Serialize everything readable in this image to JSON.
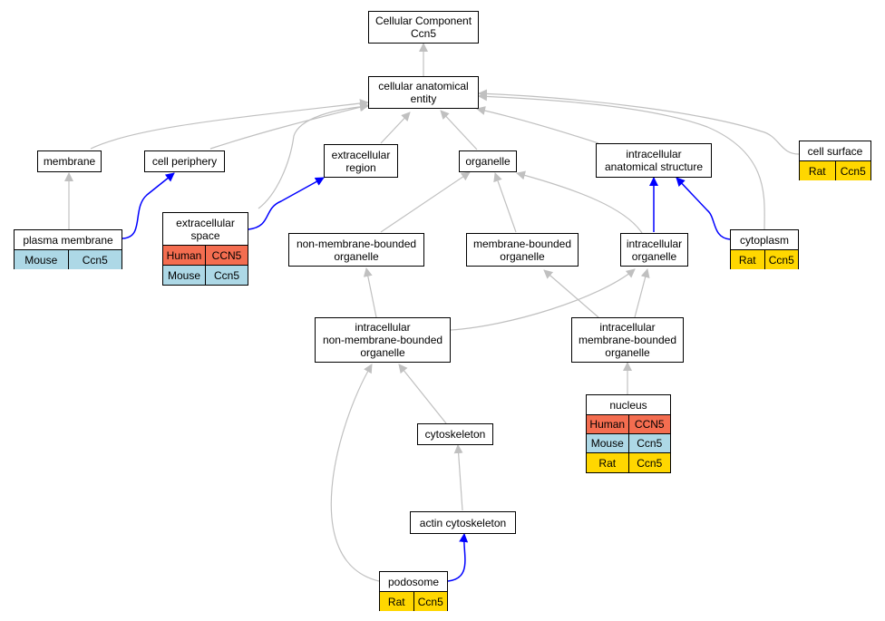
{
  "colors": {
    "edge_gray": "#c0c0c0",
    "edge_blue": "#0000ff",
    "human": "#f46d50",
    "mouse": "#add8e6",
    "rat": "#ffd700"
  },
  "nodes": {
    "root": {
      "line1": "Cellular Component",
      "line2": "Ccn5"
    },
    "cellular_anatomical_entity": {
      "line1": "cellular anatomical",
      "line2": "entity"
    },
    "membrane": {
      "label": "membrane"
    },
    "cell_periphery": {
      "label": "cell periphery"
    },
    "extracellular_region": {
      "line1": "extracellular",
      "line2": "region"
    },
    "organelle": {
      "label": "organelle"
    },
    "intracellular_anatomical_structure": {
      "line1": "intracellular",
      "line2": "anatomical structure"
    },
    "cell_surface": {
      "label": "cell surface",
      "rows": [
        {
          "species": "Rat",
          "gene": "Ccn5"
        }
      ]
    },
    "plasma_membrane": {
      "label": "plasma membrane",
      "rows": [
        {
          "species": "Mouse",
          "gene": "Ccn5"
        }
      ]
    },
    "extracellular_space": {
      "line1": "extracellular",
      "line2": "space",
      "rows": [
        {
          "species": "Human",
          "gene": "CCN5"
        },
        {
          "species": "Mouse",
          "gene": "Ccn5"
        }
      ]
    },
    "non_membrane_bounded_organelle": {
      "line1": "non-membrane-bounded",
      "line2": "organelle"
    },
    "membrane_bounded_organelle": {
      "line1": "membrane-bounded",
      "line2": "organelle"
    },
    "intracellular_organelle": {
      "line1": "intracellular",
      "line2": "organelle"
    },
    "cytoplasm": {
      "label": "cytoplasm",
      "rows": [
        {
          "species": "Rat",
          "gene": "Ccn5"
        }
      ]
    },
    "intracellular_nmbo": {
      "line1": "intracellular",
      "line2": "non-membrane-bounded",
      "line3": "organelle"
    },
    "intracellular_mbo": {
      "line1": "intracellular",
      "line2": "membrane-bounded",
      "line3": "organelle"
    },
    "nucleus": {
      "label": "nucleus",
      "rows": [
        {
          "species": "Human",
          "gene": "CCN5"
        },
        {
          "species": "Mouse",
          "gene": "Ccn5"
        },
        {
          "species": "Rat",
          "gene": "Ccn5"
        }
      ]
    },
    "cytoskeleton": {
      "label": "cytoskeleton"
    },
    "actin_cytoskeleton": {
      "label": "actin cytoskeleton"
    },
    "podosome": {
      "label": "podosome",
      "rows": [
        {
          "species": "Rat",
          "gene": "Ccn5"
        }
      ]
    }
  }
}
